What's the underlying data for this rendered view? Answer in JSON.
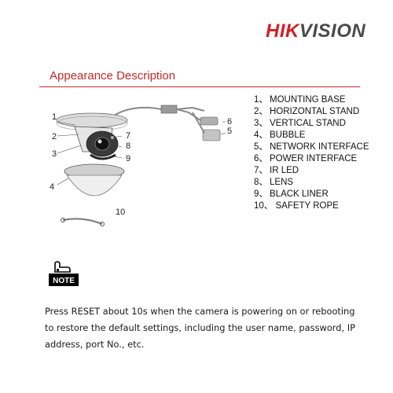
{
  "brand": {
    "logo_part1": "HIK",
    "logo_part2": "VISION",
    "red": "#d21f26",
    "gray": "#4a4a4a"
  },
  "section": {
    "title": "Appearance Description",
    "accent": "#c62828"
  },
  "parts": [
    {
      "num": "1、",
      "label": "MOUNTING BASE"
    },
    {
      "num": "2、",
      "label": "HORIZONTAL STAND"
    },
    {
      "num": "3、",
      "label": "VERTICAL STAND"
    },
    {
      "num": "4、",
      "label": "BUBBLE"
    },
    {
      "num": "5、",
      "label": "NETWORK INTERFACE"
    },
    {
      "num": "6、",
      "label": "POWER INTERFACE"
    },
    {
      "num": "7、",
      "label": "IR LED"
    },
    {
      "num": "8、",
      "label": "LENS"
    },
    {
      "num": "9、",
      "label": "BLACK LINER"
    },
    {
      "num": "10、",
      "label": " SAFETY ROPE"
    }
  ],
  "callouts": [
    "1",
    "2",
    "3",
    "4",
    "5",
    "6",
    "7",
    "8",
    "9",
    "10"
  ],
  "note": {
    "icon_label": "NOTE",
    "icon": "note-hand-icon"
  },
  "instruction": "Press RESET about 10s when the camera is powering on or rebooting to restore the default settings, including the user name, password, IP address, port No., etc."
}
